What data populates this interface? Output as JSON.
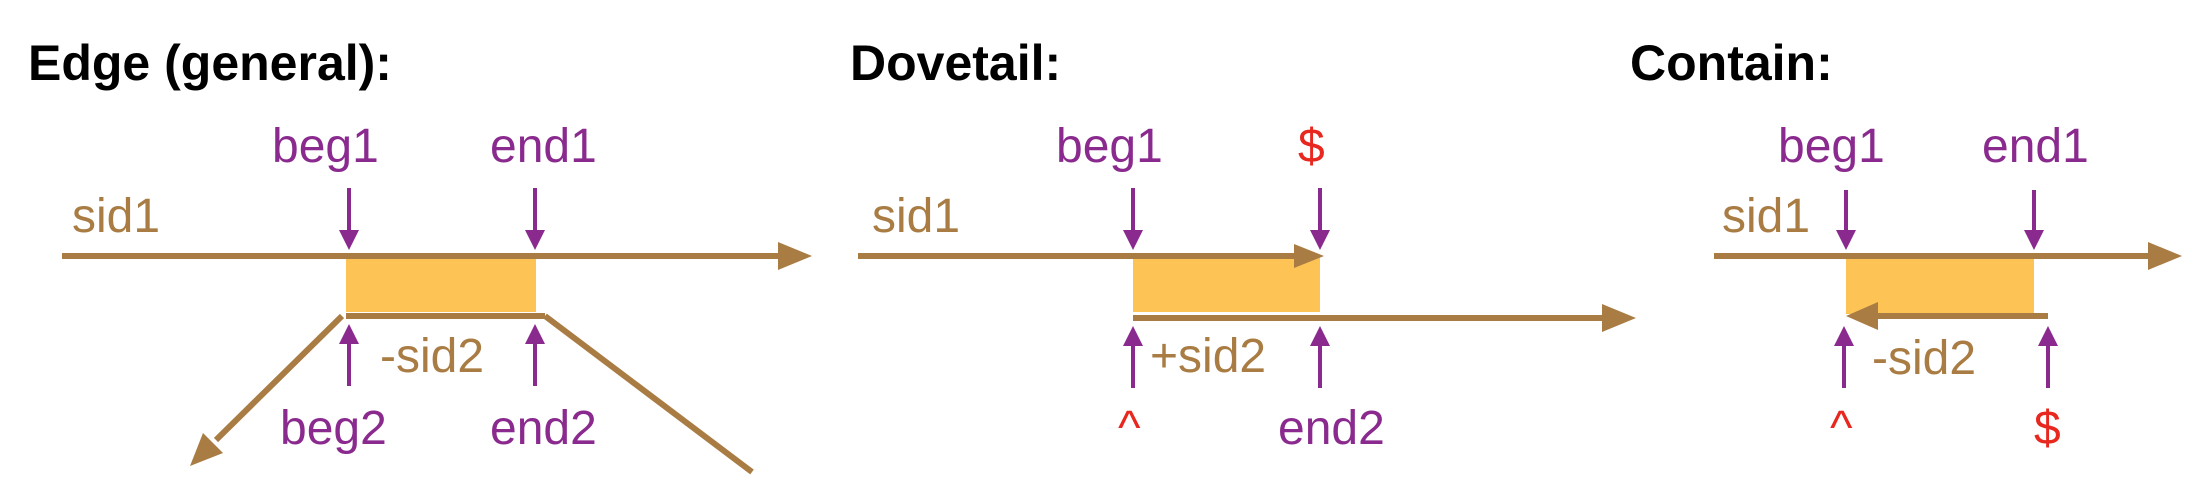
{
  "colors": {
    "sequence": "#a97c44",
    "position": "#8a2a8e",
    "marker": "#e8271e",
    "overlap": "#fdc455"
  },
  "panels": {
    "edge": {
      "title": "Edge (general):",
      "sid1": "sid1",
      "sid2": "-sid2",
      "beg1": "beg1",
      "end1": "end1",
      "beg2": "beg2",
      "end2": "end2"
    },
    "dovetail": {
      "title": "Dovetail:",
      "sid1": "sid1",
      "sid2": "+sid2",
      "beg1": "beg1",
      "end1": "$",
      "beg2": "^",
      "end2": "end2"
    },
    "contain": {
      "title": "Contain:",
      "sid1": "sid1",
      "sid2": "-sid2",
      "beg1": "beg1",
      "end1": "end1",
      "beg2": "^",
      "end2": "$"
    }
  }
}
